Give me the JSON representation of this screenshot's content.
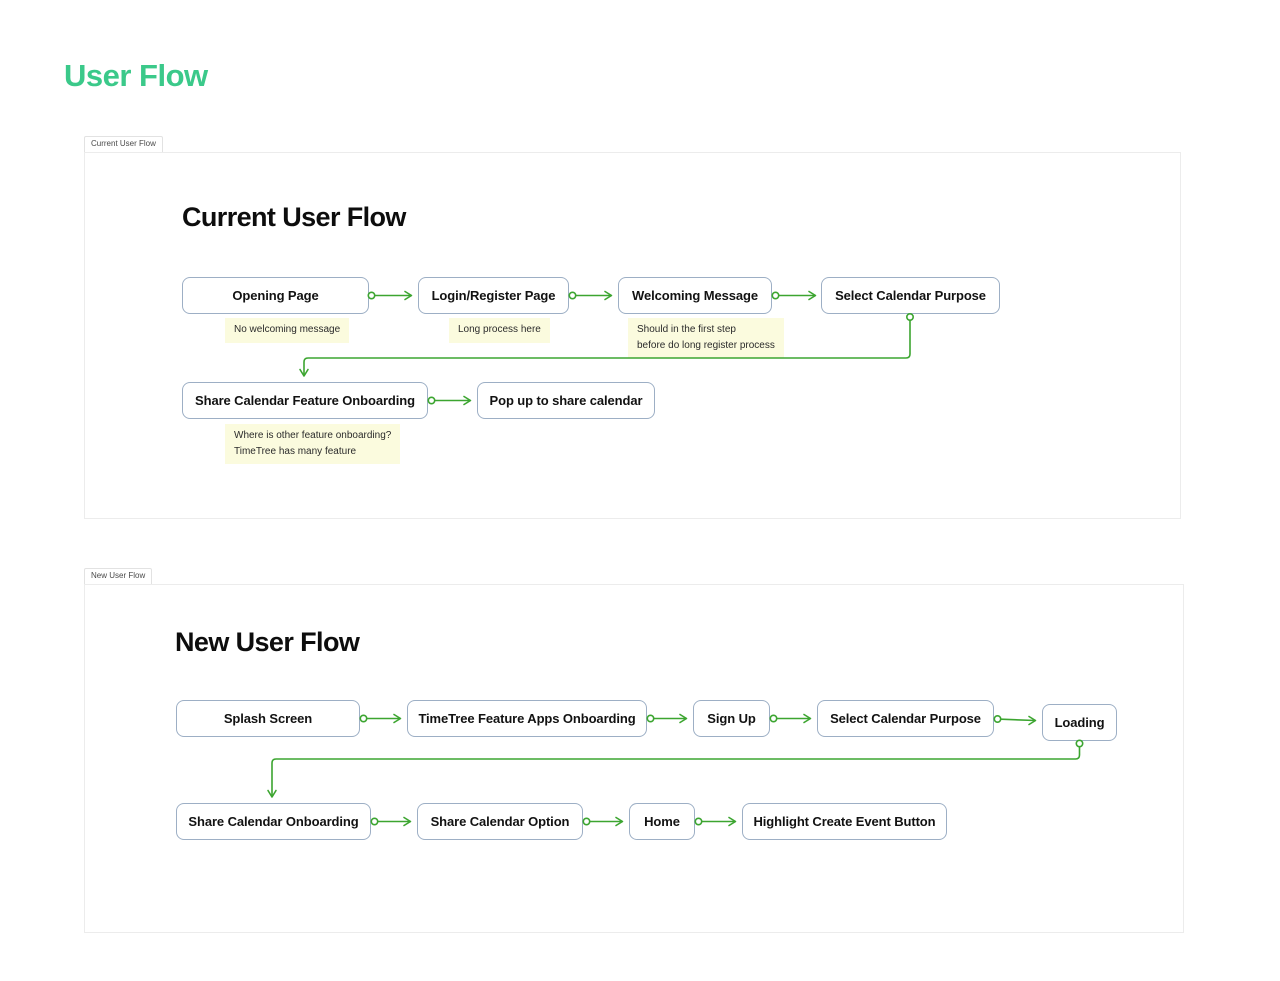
{
  "page": {
    "title": "User Flow",
    "accent_color": "#3BC98A",
    "connector_color": "#3CA530",
    "node_border_color": "#9DAFC5",
    "note_bg_color": "#FBFBDE"
  },
  "frames": [
    {
      "tab": "Current User Flow",
      "title": "Current User Flow",
      "nodes": [
        {
          "label": "Opening Page"
        },
        {
          "label": "Login/Register Page"
        },
        {
          "label": "Welcoming Message"
        },
        {
          "label": "Select Calendar Purpose"
        },
        {
          "label": "Share Calendar Feature Onboarding"
        },
        {
          "label": "Pop up to share calendar"
        }
      ],
      "notes": [
        {
          "text": "No welcoming message",
          "attached_to": "Opening Page"
        },
        {
          "text": "Long process here",
          "attached_to": "Login/Register Page"
        },
        {
          "text": "Should in the first step\nbefore do long register process",
          "attached_to": "Welcoming Message"
        },
        {
          "text": "Where is other feature onboarding?\nTimeTree has many feature",
          "attached_to": "Share Calendar Feature Onboarding"
        }
      ],
      "edges": [
        {
          "from": "Opening Page",
          "to": "Login/Register Page"
        },
        {
          "from": "Login/Register Page",
          "to": "Welcoming Message"
        },
        {
          "from": "Welcoming Message",
          "to": "Select Calendar Purpose"
        },
        {
          "from": "Select Calendar Purpose",
          "to": "Share Calendar Feature Onboarding"
        },
        {
          "from": "Share Calendar Feature Onboarding",
          "to": "Pop up to share calendar"
        }
      ]
    },
    {
      "tab": "New User Flow",
      "title": "New User Flow",
      "nodes": [
        {
          "label": "Splash Screen"
        },
        {
          "label": "TimeTree Feature Apps Onboarding"
        },
        {
          "label": "Sign Up"
        },
        {
          "label": "Select Calendar Purpose"
        },
        {
          "label": "Loading"
        },
        {
          "label": "Share Calendar Onboarding"
        },
        {
          "label": "Share Calendar Option"
        },
        {
          "label": "Home"
        },
        {
          "label": "Highlight Create Event Button"
        }
      ],
      "notes": [],
      "edges": [
        {
          "from": "Splash Screen",
          "to": "TimeTree Feature Apps Onboarding"
        },
        {
          "from": "TimeTree Feature Apps Onboarding",
          "to": "Sign Up"
        },
        {
          "from": "Sign Up",
          "to": "Select Calendar Purpose"
        },
        {
          "from": "Select Calendar Purpose",
          "to": "Loading"
        },
        {
          "from": "Loading",
          "to": "Share Calendar Onboarding"
        },
        {
          "from": "Share Calendar Onboarding",
          "to": "Share Calendar Option"
        },
        {
          "from": "Share Calendar Option",
          "to": "Home"
        },
        {
          "from": "Home",
          "to": "Highlight Create Event Button"
        }
      ]
    }
  ]
}
